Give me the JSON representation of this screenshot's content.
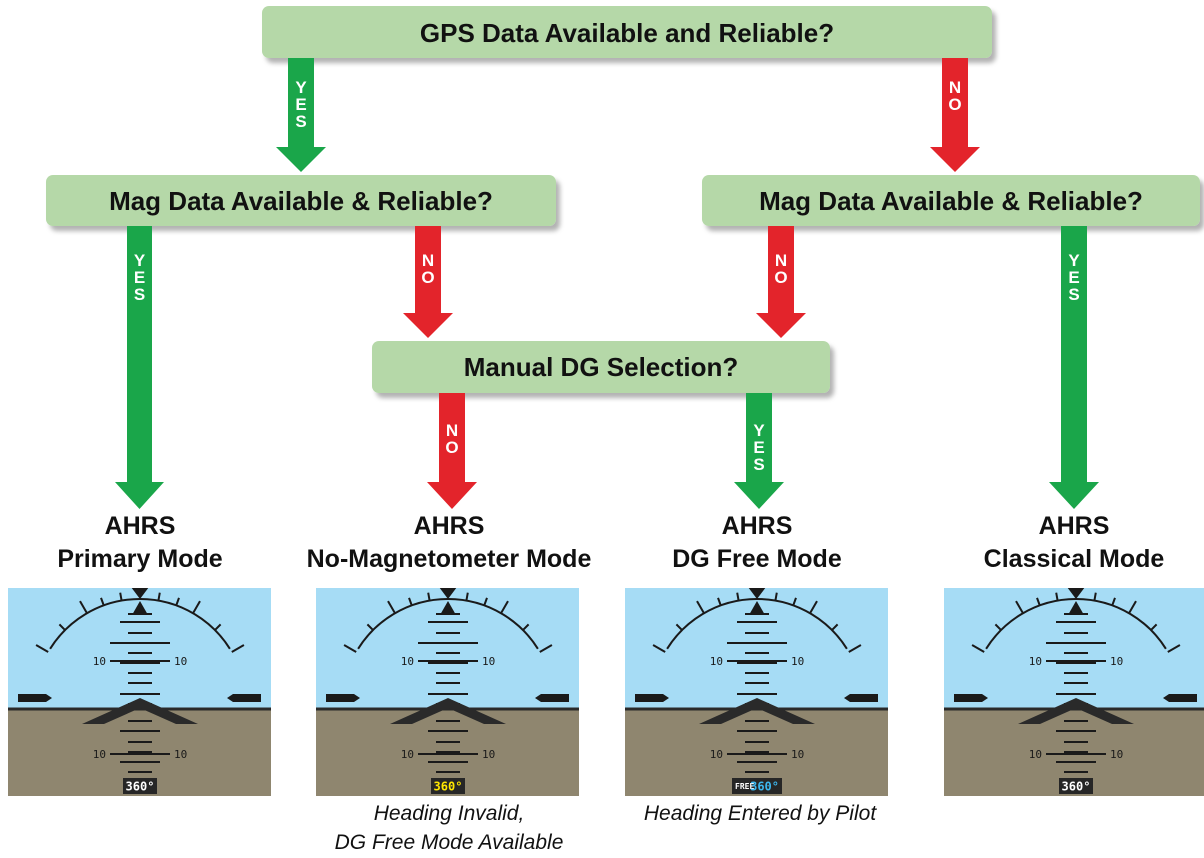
{
  "colors": {
    "box_fill": "#b5d8a8",
    "box_shadow": "#9aa79a",
    "yes_arrow": "#1aa64a",
    "no_arrow": "#e3242b",
    "sky": "#a6dcf5",
    "ground": "#8f866f",
    "heading_white": "#ffffff",
    "heading_yellow": "#ffe600",
    "heading_cyan": "#3db7ee"
  },
  "decisions": {
    "gps": "GPS Data Available and Reliable?",
    "mag_left": "Mag Data Available & Reliable?",
    "mag_right": "Mag Data Available & Reliable?",
    "manual_dg": "Manual DG Selection?"
  },
  "arrows": {
    "gps_yes": "YES",
    "gps_no": "NO",
    "mag_left_yes": "YES",
    "mag_left_no": "NO",
    "mag_right_no": "NO",
    "mag_right_yes": "YES",
    "manual_no": "NO",
    "manual_yes": "YES"
  },
  "modes": [
    {
      "line1": "AHRS",
      "line2": "Primary Mode",
      "heading": "360°",
      "heading_color": "#ffffff",
      "flag": "",
      "caption1": "",
      "caption2": ""
    },
    {
      "line1": "AHRS",
      "line2": "No-Magnetometer Mode",
      "heading": "360°",
      "heading_color": "#ffe600",
      "flag": "",
      "caption1": "Heading Invalid,",
      "caption2": "DG Free Mode Available"
    },
    {
      "line1": "AHRS",
      "line2": "DG Free Mode",
      "heading": "360°",
      "heading_color": "#3db7ee",
      "flag": "FREE",
      "caption1": "Heading Entered by Pilot",
      "caption2": ""
    },
    {
      "line1": "AHRS",
      "line2": "Classical Mode",
      "heading": "360°",
      "heading_color": "#ffffff",
      "flag": "",
      "caption1": "",
      "caption2": ""
    }
  ],
  "attitude_indicator": {
    "pitch_label": "10"
  }
}
